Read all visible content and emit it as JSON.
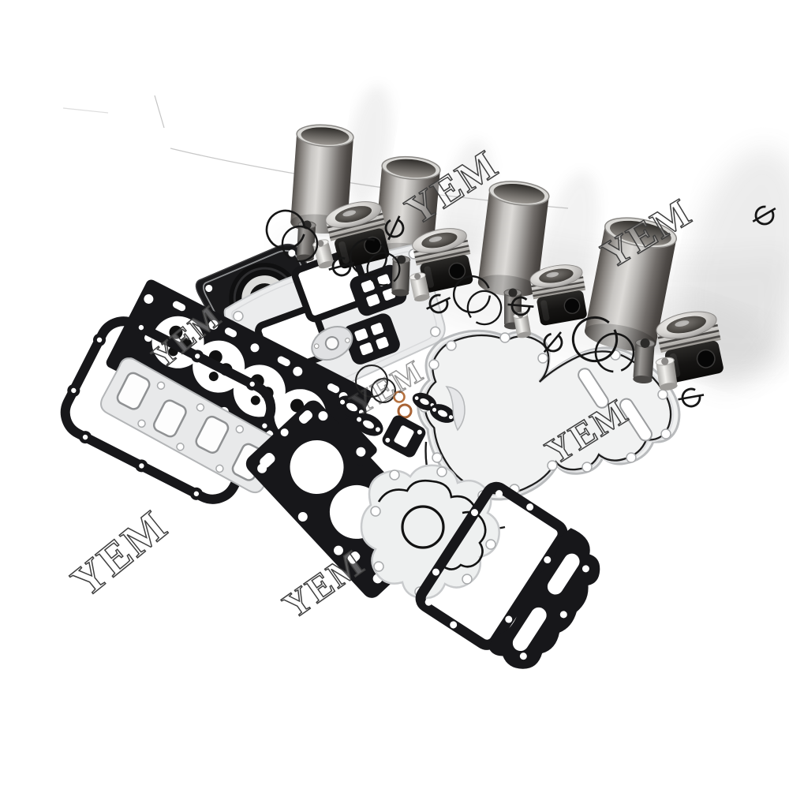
{
  "image": {
    "type": "product-photo",
    "background": "#ffffff"
  },
  "watermark": {
    "text": "YEM",
    "count": 7,
    "stroke_color": "#3f3f3f"
  },
  "inventory": {
    "cylinder_liners": 4,
    "pistons": 4,
    "piston_pins_dark": 4,
    "piston_pins_polished": 4,
    "piston_rings": 8,
    "o_rings": 2,
    "snap_rings": 7,
    "copper_washers": 2
  },
  "parts": [
    "cylinder liner",
    "piston",
    "piston pin",
    "piston ring",
    "snap ring",
    "crankshaft seal housing gasket",
    "oil pan plate with port gaskets",
    "intake port gasket",
    "cylinder head gasket",
    "valve cover gasket",
    "exhaust manifold gasket",
    "front plate gasket",
    "timing cover plate with gasket",
    "water pump plate with gasket",
    "oil cooler cover gasket",
    "small port gaskets",
    "copper washer"
  ],
  "colors": {
    "background": "#ffffff",
    "gasket_black": "#17171a",
    "silver_plate": "#ebeced",
    "liner_light": "#dddbd8",
    "liner_dark": "#433f3c",
    "copper": "#b06a3a",
    "shadow": "rgba(0,0,0,0.10)",
    "watermark_stroke": "#3f3f3f"
  }
}
